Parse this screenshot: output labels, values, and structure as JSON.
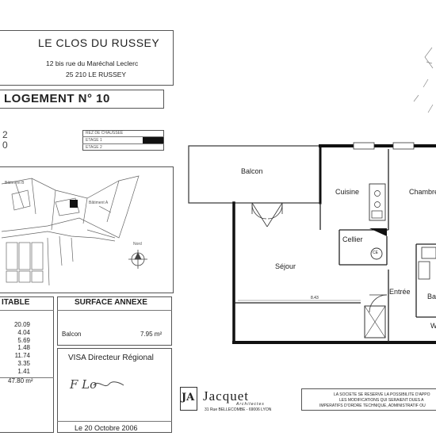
{
  "header": {
    "title": "LE CLOS DU RUSSEY",
    "address_line1": "12 bis rue du Maréchal Leclerc",
    "address_line2": "25 210 LE RUSSEY"
  },
  "logement": {
    "label": "LOGEMENT N° 10",
    "left_fragments": [
      "2",
      "0"
    ]
  },
  "floors": {
    "items": [
      "REZ DE CHAUSSEE",
      "ETAGE 1",
      "ETAGE 2"
    ],
    "active": "ETAGE 1"
  },
  "site_plan": {
    "labels": [
      "Bâtiment B",
      "Bâtiment A",
      "Nord"
    ]
  },
  "surface_habitable": {
    "heading_fragment": "ITABLE",
    "values": [
      "20.09",
      "4.04",
      "5.69",
      "1.48",
      "11.74",
      "3.35",
      "1.41"
    ],
    "total": "47.80 m²"
  },
  "surface_annexe": {
    "heading": "SURFACE ANNEXE",
    "item_label": "Balcon",
    "item_value": "7.95 m²"
  },
  "visa": {
    "heading": "VISA Directeur Régional",
    "signature": "F Lo",
    "date": "Le 20 Octobre 2006"
  },
  "architect": {
    "logo_initials": "JA",
    "name": "Jacquet",
    "subtitle": "Architectes",
    "address": "31 Rue BELLECOMBE - 69006 LYON"
  },
  "notice": {
    "lines": [
      "LA SOCIETE SE RESERVE LA POSSIBILITE D'APPO",
      "LES MODIFICATIONS QUI SERAIENT DUES A",
      "IMPERATIFS D'ORDRE TECHNIQUE, ADMINISTRATIF OU"
    ]
  },
  "plan": {
    "rooms": {
      "balcon": "Balcon",
      "cuisine": "Cuisine",
      "chambre": "Chambre",
      "cellier": "Cellier",
      "ce": "CE",
      "sejour": "Séjour",
      "entree": "Entrée",
      "bain": "Ba",
      "wc": "W",
      "dimension": "8.43"
    }
  }
}
